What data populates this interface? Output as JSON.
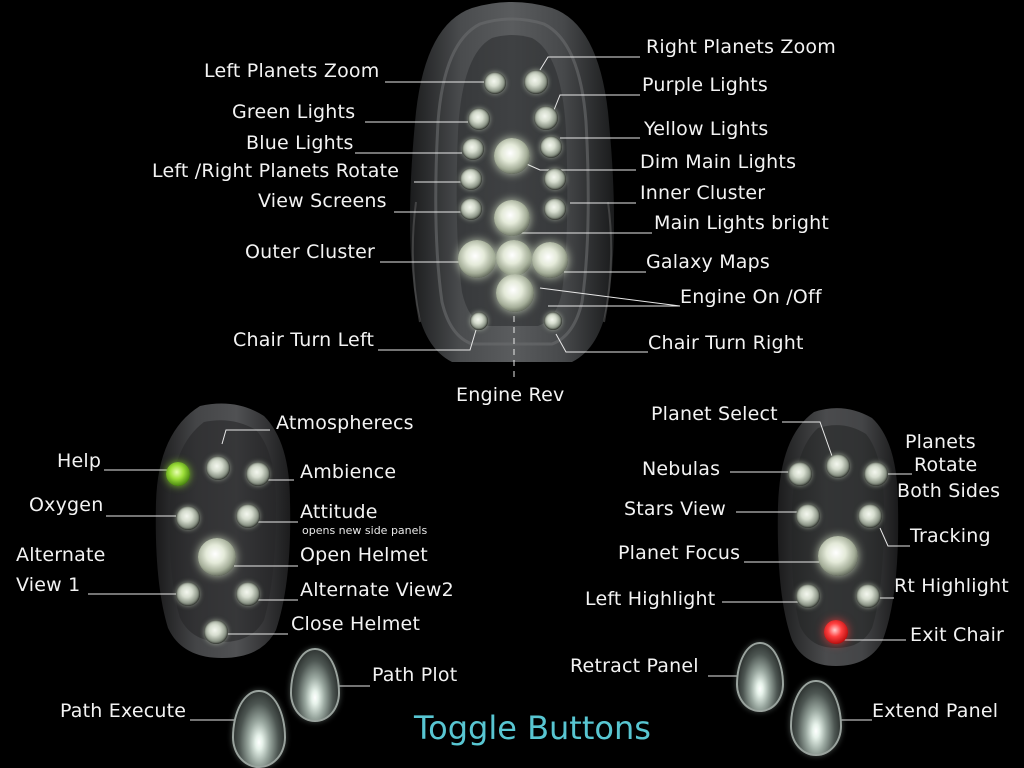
{
  "title": "Toggle Buttons",
  "top_panel": {
    "labels": {
      "left_planets_zoom": "Left Planets Zoom",
      "right_planets_zoom": "Right Planets Zoom",
      "green_lights": "Green Lights",
      "purple_lights": "Purple Lights",
      "blue_lights": "Blue Lights",
      "yellow_lights": "Yellow Lights",
      "left_right_planets_rotate": "Left /Right Planets Rotate",
      "dim_main_lights": "Dim Main Lights",
      "view_screens": "View Screens",
      "inner_cluster": "Inner Cluster",
      "main_lights_bright": "Main Lights bright",
      "outer_cluster": "Outer Cluster",
      "galaxy_maps": "Galaxy Maps",
      "engine_on_off": "Engine On /Off",
      "chair_turn_left": "Chair Turn Left",
      "chair_turn_right": "Chair Turn Right",
      "engine_rev": "Engine Rev"
    }
  },
  "left_panel": {
    "labels": {
      "atmospherecs": "Atmospherecs",
      "help": "Help",
      "ambience": "Ambience",
      "oxygen": "Oxygen",
      "attitude": "Attitude",
      "attitude_note": "opens new side panels",
      "alternate_view_1_line1": "Alternate",
      "alternate_view_1_line2": "View 1",
      "open_helmet": "Open Helmet",
      "alternate_view2": "Alternate View2",
      "close_helmet": "Close Helmet",
      "path_plot": "Path Plot",
      "path_execute": "Path Execute"
    }
  },
  "right_panel": {
    "labels": {
      "planet_select": "Planet Select",
      "planets_rotate_line1": "Planets",
      "planets_rotate_line2": "Rotate",
      "planets_rotate_line3": "Both Sides",
      "nebulas": "Nebulas",
      "stars_view": "Stars View",
      "tracking": "Tracking",
      "planet_focus": "Planet Focus",
      "left_highlight": "Left Highlight",
      "rt_highlight": "Rt Highlight",
      "exit_chair": "Exit Chair",
      "retract_panel": "Retract Panel",
      "extend_panel": "Extend Panel"
    }
  },
  "colors": {
    "title": "#58c6d2",
    "label": "#f3f3f3",
    "help_button": "#8ed832",
    "exit_chair_button": "#ff3a3a"
  }
}
